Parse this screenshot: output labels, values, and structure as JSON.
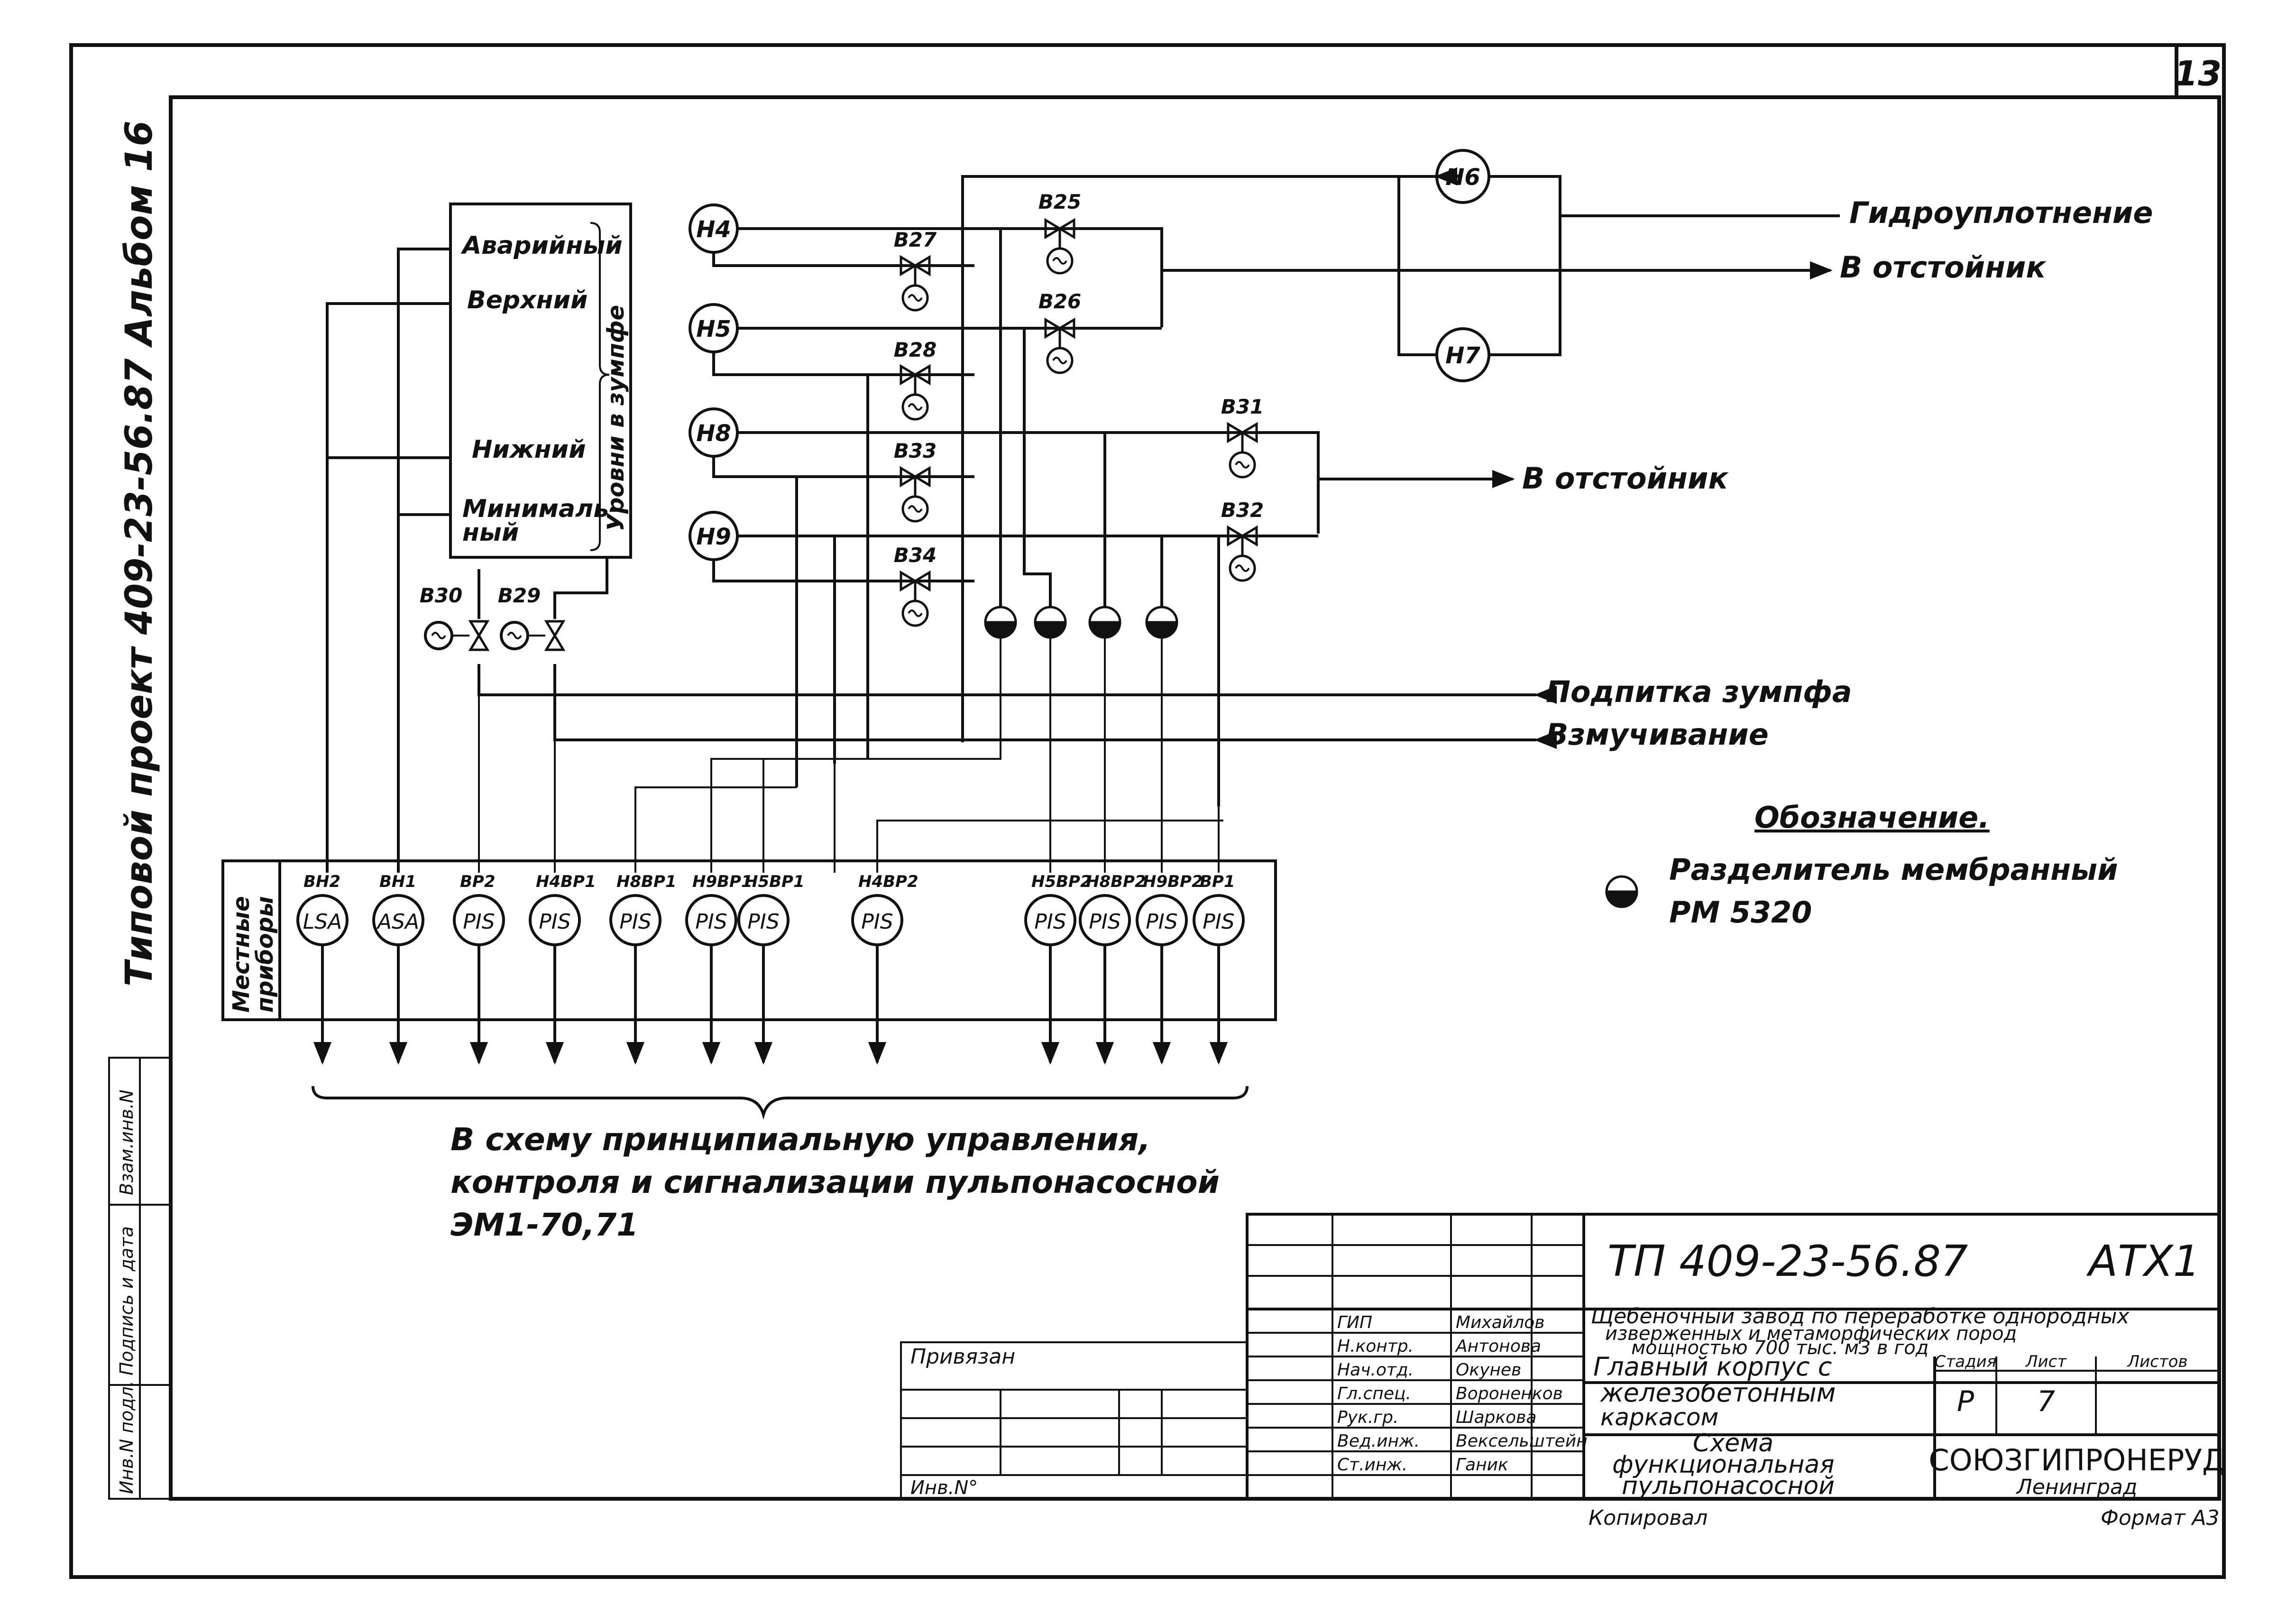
{
  "sheet_number": "13",
  "side_title": "Типовой проект 409-23-56.87 Альбом 16",
  "side_stamp": [
    "Инв.N подл.",
    "Подпись и дата",
    "Взам.инв.N"
  ],
  "tank": {
    "levels": [
      "Аварийный",
      "Верхний",
      "Нижний",
      "Минималь-",
      "ный"
    ],
    "bracket_label": "Уровни в зумпфе"
  },
  "pumps": [
    "Н4",
    "Н5",
    "Н8",
    "Н9",
    "Н6",
    "Н7"
  ],
  "valves": [
    "В27",
    "В25",
    "В26",
    "В28",
    "В33",
    "В34",
    "В31",
    "В32",
    "В30",
    "В29"
  ],
  "flows": {
    "hydro": "Гидроуплотнение",
    "settler1": "В отстойник",
    "settler2": "В отстойник",
    "makeup": "Подпитка зумпфа",
    "agitation": "Взмучивание"
  },
  "legend": {
    "title": "Обозначение.",
    "item": "Разделитель мембранный",
    "item2": "РМ 5320"
  },
  "instruments": {
    "row_label": [
      "Местные",
      "приборы"
    ],
    "items": [
      {
        "tag": "ВН2",
        "type": "LSA"
      },
      {
        "tag": "ВН1",
        "type": "ASA"
      },
      {
        "tag": "ВР2",
        "type": "PIS"
      },
      {
        "tag": "Н4ВР1",
        "type": "PIS"
      },
      {
        "tag": "Н8ВР1",
        "type": "PIS"
      },
      {
        "tag": "Н9ВР1",
        "type": "PIS"
      },
      {
        "tag": "Н5ВР1",
        "type": "PIS"
      },
      {
        "tag": "Н4ВР2",
        "type": "PIS"
      },
      {
        "tag": "Н5ВР2",
        "type": "PIS"
      },
      {
        "tag": "Н8ВР2",
        "type": "PIS"
      },
      {
        "tag": "Н9ВР2",
        "type": "PIS"
      },
      {
        "tag": "ВР1",
        "type": "PIS"
      }
    ]
  },
  "bottom_note": [
    "В схему принципиальную управления,",
    "контроля и сигнализации пульпонасосной",
    "ЭМ1-70,71"
  ],
  "title_block": {
    "doc_code": "ТП 409-23-56.87",
    "doc_mark": "АТХ1",
    "object": [
      "Щебеночный завод по переработке однородных",
      "изверженных и метаморфических пород",
      "мощностью 700 тыс. м3 в год"
    ],
    "building": [
      "Главный корпус с",
      "железобетонным",
      "каркасом"
    ],
    "drawing": [
      "Схема",
      "функциональная",
      "пульпонасосной"
    ],
    "stage_header": "Стадия",
    "sheet_header": "Лист",
    "sheets_header": "Листов",
    "stage": "Р",
    "sheet": "7",
    "org": "СОЮЗГИПРОНЕРУД",
    "city": "Ленинград",
    "copied": "Копировал",
    "format": "Формат А3",
    "attached": "Привязан",
    "inv": "Инв.N°",
    "roles": [
      {
        "role": "ГИП",
        "name": "Михайлов"
      },
      {
        "role": "Н.контр.",
        "name": "Антонова"
      },
      {
        "role": "Нач.отд.",
        "name": "Окунев"
      },
      {
        "role": "Гл.спец.",
        "name": "Вороненков"
      },
      {
        "role": "Рук.гр.",
        "name": "Шаркова"
      },
      {
        "role": "Вед.инж.",
        "name": "Вексельштейн"
      },
      {
        "role": "Ст.инж.",
        "name": "Ганик"
      }
    ]
  }
}
